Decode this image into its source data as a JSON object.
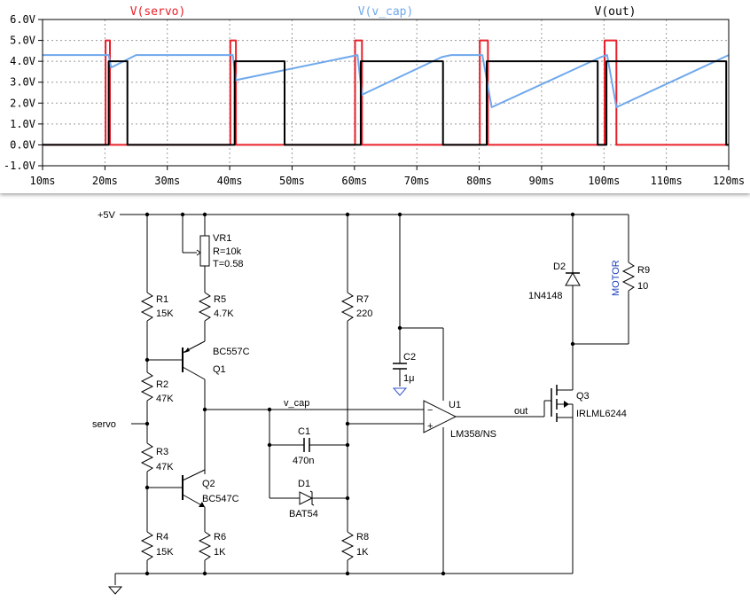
{
  "chart_data": {
    "type": "line",
    "xlabel": "",
    "ylabel": "",
    "xlim": [
      10,
      120
    ],
    "ylim": [
      -1,
      6
    ],
    "x_ticks": [
      "10ms",
      "20ms",
      "30ms",
      "40ms",
      "50ms",
      "60ms",
      "70ms",
      "80ms",
      "90ms",
      "100ms",
      "110ms",
      "120ms"
    ],
    "y_ticks": [
      "-1.0V",
      "0.0V",
      "1.0V",
      "2.0V",
      "3.0V",
      "4.0V",
      "5.0V",
      "6.0V"
    ],
    "grid": true,
    "legend_position": "top",
    "series": [
      {
        "name": "V(servo)",
        "color": "#e8202a",
        "x": [
          10,
          20.1,
          20.1,
          20.8,
          20.8,
          40.1,
          40.1,
          41.0,
          41.0,
          60.1,
          60.1,
          61.2,
          61.2,
          80.1,
          80.1,
          81.4,
          81.4,
          100.1,
          100.1,
          102.0,
          102.0,
          120
        ],
        "y": [
          0,
          0,
          5,
          5,
          0,
          0,
          5,
          5,
          0,
          0,
          5,
          5,
          0,
          0,
          5,
          5,
          0,
          0,
          5,
          5,
          0,
          0
        ]
      },
      {
        "name": "V(v_cap)",
        "color": "#6fa8ec",
        "x": [
          10,
          20.6,
          21,
          23,
          25,
          40.5,
          41,
          60.5,
          61.2,
          74,
          75.5,
          80.5,
          82,
          99.5,
          100.5,
          102,
          120
        ],
        "y": [
          4.3,
          4.3,
          3.7,
          4.0,
          4.3,
          4.3,
          3.1,
          4.3,
          2.4,
          4.2,
          4.3,
          4.3,
          1.8,
          4.2,
          4.3,
          1.8,
          4.3
        ]
      },
      {
        "name": "V(out)",
        "color": "#000000",
        "x": [
          10,
          20.6,
          20.6,
          23.6,
          23.6,
          40.8,
          40.8,
          48.8,
          48.8,
          61.0,
          61.0,
          74.2,
          74.2,
          81.2,
          81.2,
          99.0,
          99.0,
          100.4,
          100.4,
          119.6,
          119.6,
          120
        ],
        "y": [
          0,
          0,
          4,
          4,
          0,
          0,
          4,
          4,
          0,
          0,
          4,
          4,
          0,
          0,
          4,
          4,
          0,
          0,
          4,
          4,
          0,
          0
        ]
      }
    ]
  },
  "schematic": {
    "supply_label": "+5V",
    "net_servo": "servo",
    "net_vcap": "v_cap",
    "net_out": "out",
    "vr1_name": "VR1",
    "vr1_r": "R=10k",
    "vr1_t": "T=0.58",
    "r1_name": "R1",
    "r1_value": "15K",
    "r2_name": "R2",
    "r2_value": "47K",
    "r3_name": "R3",
    "r3_value": "47K",
    "r4_name": "R4",
    "r4_value": "15K",
    "r5_name": "R5",
    "r5_value": "4.7K",
    "r6_name": "R6",
    "r6_value": "1K",
    "r7_name": "R7",
    "r7_value": "220",
    "r8_name": "R8",
    "r8_value": "1K",
    "r9_name": "R9",
    "r9_value": "10",
    "motor_label": "MOTOR",
    "q1_type": "BC557C",
    "q1_name": "Q1",
    "q2_name": "Q2",
    "q2_type": "BC547C",
    "q3_name": "Q3",
    "q3_type": "IRLML6244",
    "c1_name": "C1",
    "c1_value": "470n",
    "c2_name": "C2",
    "c2_value": "1μ",
    "d1_name": "D1",
    "d1_type": "BAT54",
    "d2_name": "D2",
    "d2_type": "1N4148",
    "u1_name": "U1",
    "u1_type": "LM358/NS"
  }
}
